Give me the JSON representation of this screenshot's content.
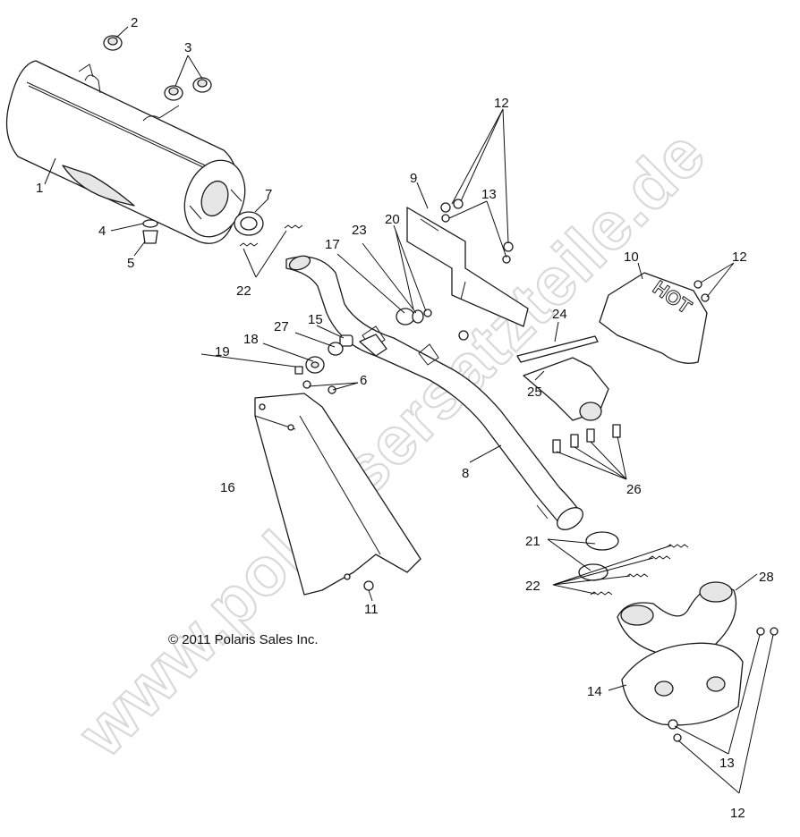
{
  "diagram": {
    "watermark": "www.polarisersatzteile.de",
    "copyright": "© 2011 Polaris Sales Inc.",
    "hot_label": "HOT",
    "callouts": [
      "1",
      "2",
      "3",
      "4",
      "5",
      "6",
      "7",
      "8",
      "9",
      "10",
      "11",
      "12",
      "12",
      "12",
      "13",
      "13",
      "14",
      "15",
      "16",
      "17",
      "18",
      "19",
      "20",
      "21",
      "22",
      "22",
      "23",
      "24",
      "25",
      "26",
      "27",
      "28"
    ]
  }
}
